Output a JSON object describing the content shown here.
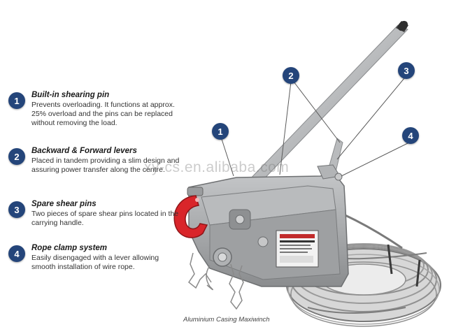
{
  "features": [
    {
      "num": "1",
      "title": "Built-in shearing pin",
      "text": "Prevents overloading. It functions at approx. 25% overload and the pins can be replaced without removing the load."
    },
    {
      "num": "2",
      "title": "Backward & Forward levers",
      "text": "Placed in tandem providing a slim design and assuring power transfer along the centre."
    },
    {
      "num": "3",
      "title": "Spare shear pins",
      "text": "Two pieces of spare shear pins located in the carrying handle."
    },
    {
      "num": "4",
      "title": "Rope clamp system",
      "text": "Easily disengaged with a lever allowing smooth installation of wire rope."
    }
  ],
  "callouts": [
    "1",
    "2",
    "3",
    "4"
  ],
  "caption": "Aluminium Casing Maxiwinch",
  "watermark": "xy-cs.en.alibaba.com",
  "colors": {
    "badge": "#24457a",
    "hook": "#d9252a",
    "casing": "#a9abad",
    "rope": "#8f8f8f"
  }
}
